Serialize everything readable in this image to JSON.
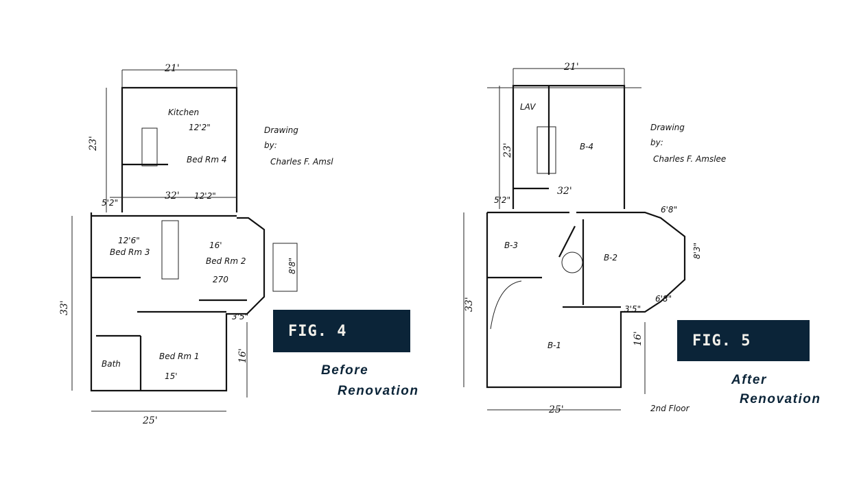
{
  "fig4": {
    "label": "FIG. 4",
    "caption_line1": "Before",
    "caption_line2": "Renovation",
    "credit": [
      "Drawing",
      "by:",
      "Charles F. Amsl"
    ],
    "dimensions": {
      "top": "21'",
      "upper_left": "23'",
      "lower_left": "33'",
      "bottom": "25'",
      "right": "16'",
      "middle": "32'",
      "bay": "8'8\"",
      "corner": "3'5\"",
      "stair": "5'2\""
    },
    "rooms": [
      "Kitchen",
      "12'2\"",
      "Bed Rm 4",
      "12'2\"",
      "Bed Rm 3",
      "12'6\"",
      "Bed Rm 2",
      "16'",
      "270",
      "Bed Rm 1",
      "15'",
      "Bath"
    ]
  },
  "fig5": {
    "label": "FIG. 5",
    "caption_line1": "After",
    "caption_line2": "Renovation",
    "credit": [
      "Drawing",
      "by:",
      "Charles F. Amslee"
    ],
    "floor_note": "2nd Floor",
    "dimensions": {
      "top": "21'",
      "upper_left": "23'",
      "lower_left": "33'",
      "bottom": "25'",
      "right": "16'",
      "middle": "32'",
      "bay": "8'3\"",
      "bay_top": "6'8\"",
      "bay_bottom": "6'8\"",
      "corner": "3'5\"",
      "stair": "5'2\""
    },
    "rooms": [
      "B-4",
      "B-3",
      "B-2",
      "B-1",
      "LAV"
    ]
  },
  "colors": {
    "label_bg": "#0b2438",
    "label_text": "#f2f0ea",
    "caption": "#0b2438"
  }
}
